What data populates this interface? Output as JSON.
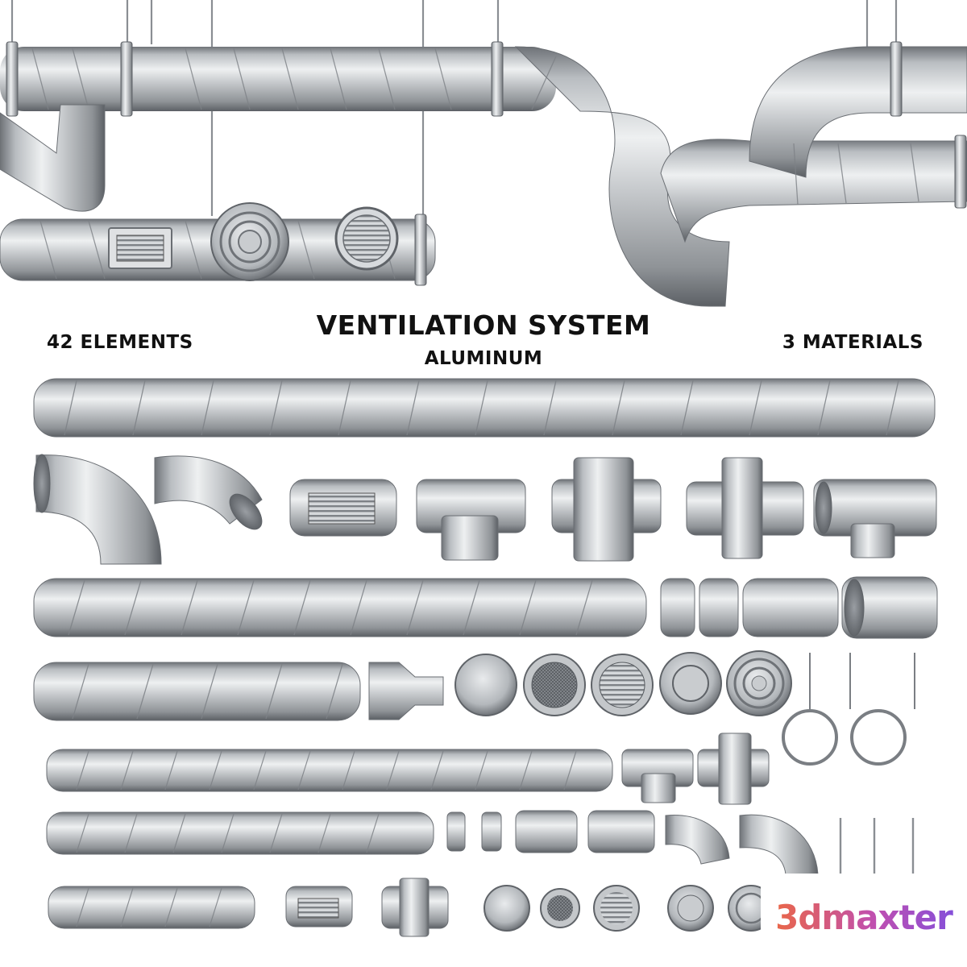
{
  "header": {
    "title": "VENTILATION SYSTEM",
    "subtitle": "ALUMINUM",
    "left_label": "42 ELEMENTS",
    "right_label": "3 MATERIALS"
  },
  "watermark": {
    "text": "3dmaxter",
    "colors": [
      "#ef6a3a",
      "#c04fb0",
      "#7b4fe0"
    ]
  },
  "colors": {
    "metal_light": "#e6e8ea",
    "metal_mid": "#aeb2b6",
    "metal_dark": "#6c7075",
    "background": "#ffffff"
  },
  "parts": [
    "straight-duct-long",
    "elbow-90",
    "elbow-45",
    "duct-with-grille",
    "tee",
    "cross",
    "reducing-cross",
    "reducing-tee",
    "straight-duct-medium",
    "coupling",
    "nipple",
    "sleeve",
    "end-cap",
    "straight-duct-short",
    "reducer",
    "blind-disc",
    "mesh-grille",
    "louvre-grille",
    "plate-diffuser",
    "round-diffuser",
    "hanger-ring",
    "thin-duct",
    "tee-small",
    "cross-small",
    "connector",
    "bend",
    "hanger-rod",
    "duct-grille-small",
    "inspection-sleeve"
  ]
}
